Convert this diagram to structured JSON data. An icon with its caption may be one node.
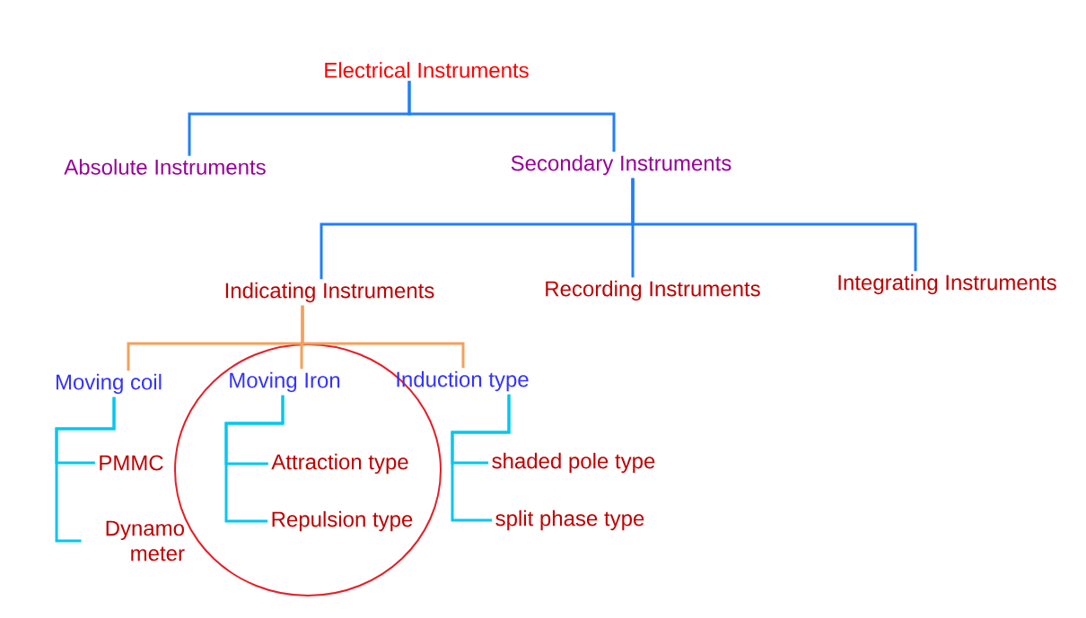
{
  "diagram": {
    "nodes": [
      {
        "text": [
          "Electrical Instruments"
        ]
      },
      {
        "text": [
          "Absolute Instruments"
        ]
      },
      {
        "text": [
          "Secondary Instruments"
        ]
      },
      {
        "text": [
          "Indicating Instruments"
        ]
      },
      {
        "text": [
          "Recording Instruments"
        ]
      },
      {
        "text": [
          "Integrating Instruments"
        ]
      },
      {
        "text": [
          "Moving coil"
        ]
      },
      {
        "text": [
          "Moving Iron"
        ]
      },
      {
        "text": [
          "Induction type"
        ]
      },
      {
        "text": [
          "PMMC"
        ]
      },
      {
        "text": [
          "Dynamo meter"
        ]
      },
      {
        "text": [
          "Attraction type"
        ]
      },
      {
        "text": [
          "Repulsion type"
        ]
      },
      {
        "text": [
          "shaded pole type"
        ]
      },
      {
        "text": [
          "split phase type"
        ]
      }
    ],
    "edges": [
      {
        "from": 0,
        "to": 1,
        "arrow": "none",
        "color": "#1e7fff"
      },
      {
        "from": 0,
        "to": 2,
        "arrow": "none",
        "color": "#1e7fff"
      },
      {
        "from": 2,
        "to": 3,
        "arrow": "none",
        "color": "#1e7fff"
      },
      {
        "from": 2,
        "to": 4,
        "arrow": "none",
        "color": "#1e7fff"
      },
      {
        "from": 2,
        "to": 5,
        "arrow": "none",
        "color": "#1e7fff"
      },
      {
        "from": 3,
        "to": 6,
        "arrow": "none",
        "color": "#f5a05a"
      },
      {
        "from": 3,
        "to": 7,
        "arrow": "none",
        "color": "#f5a05a"
      },
      {
        "from": 3,
        "to": 8,
        "arrow": "none",
        "color": "#f5a05a"
      },
      {
        "from": 6,
        "to": 9,
        "arrow": "none"
      },
      {
        "from": 6,
        "to": 10,
        "arrow": "none"
      },
      {
        "from": 7,
        "to": 11,
        "arrow": "none"
      },
      {
        "from": 7,
        "to": 12,
        "arrow": "none"
      },
      {
        "from": 8,
        "to": 13,
        "arrow": "none"
      },
      {
        "from": 8,
        "to": 14,
        "arrow": "none"
      }
    ]
  }
}
